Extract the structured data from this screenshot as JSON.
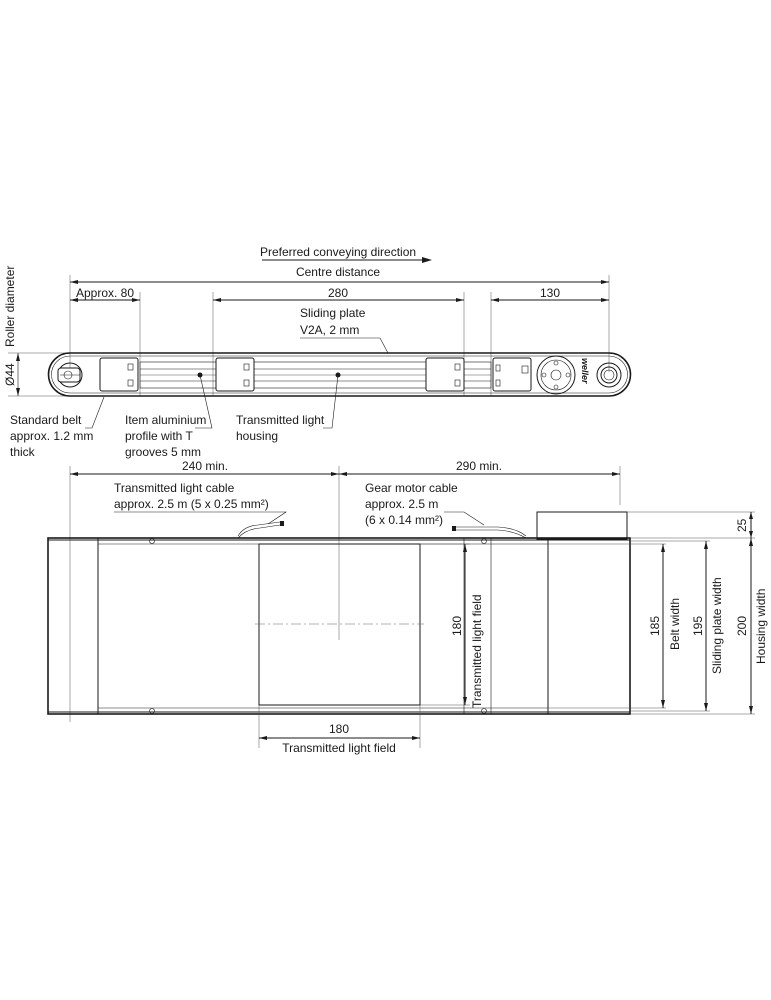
{
  "side_view": {
    "direction_label": "Preferred conveying direction",
    "centre_distance_label": "Centre distance",
    "dim_approx80": "Approx. 80",
    "dim_280": "280",
    "dim_130": "130",
    "sliding_plate_line1": "Sliding plate",
    "sliding_plate_line2": "V2A, 2 mm",
    "roller_diameter_label": "Roller diameter",
    "roller_diameter_value": "Ø44",
    "standard_belt_line1": "Standard belt",
    "standard_belt_line2": "approx. 1.2 mm",
    "standard_belt_line3": "thick",
    "profile_line1": "Item aluminium",
    "profile_line2": "profile with T",
    "profile_line3": "grooves 5 mm",
    "housing_line1": "Transmitted light",
    "housing_line2": "housing",
    "logo": "weller"
  },
  "top_view": {
    "dim_240": "240 min.",
    "dim_290": "290 min.",
    "light_cable_line1": "Transmitted light cable",
    "light_cable_line2": "approx. 2.5 m (5 x 0.25 mm²)",
    "motor_cable_line1": "Gear motor cable",
    "motor_cable_line2": "approx. 2.5 m",
    "motor_cable_line3": "(6 x 0.14 mm²)",
    "dim_25": "25",
    "belt_width_value": "185",
    "belt_width_label": "Belt width",
    "sliding_plate_width_value": "195",
    "sliding_plate_width_label": "Sliding plate width",
    "housing_width_value": "200",
    "housing_width_label": "Housing width",
    "field_vertical_value": "180",
    "field_vertical_label": "Transmitted light field",
    "field_horizontal_value": "180",
    "field_horizontal_label": "Transmitted light field"
  }
}
